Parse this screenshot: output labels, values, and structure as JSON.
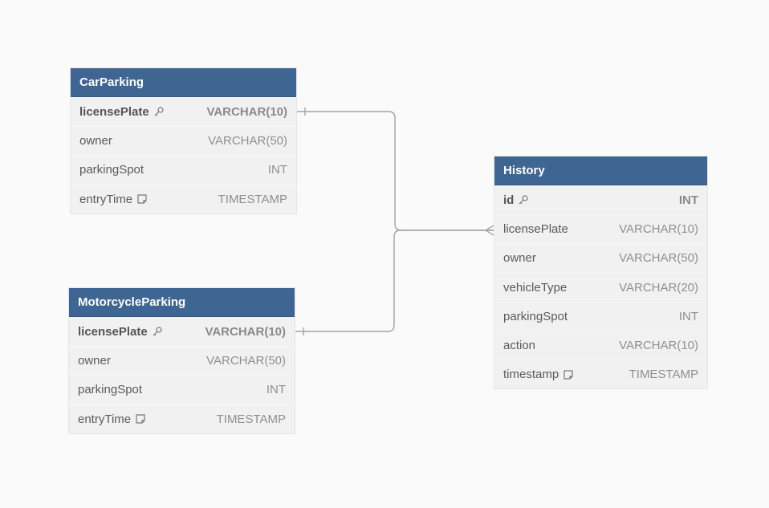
{
  "tables": [
    {
      "name": "CarParking",
      "fields": [
        {
          "name": "licensePlate",
          "type": "VARCHAR(10)",
          "pk": true,
          "icon": "key-icon"
        },
        {
          "name": "owner",
          "type": "VARCHAR(50)",
          "pk": false,
          "icon": ""
        },
        {
          "name": "parkingSpot",
          "type": "INT",
          "pk": false,
          "icon": ""
        },
        {
          "name": "entryTime",
          "type": "TIMESTAMP",
          "pk": false,
          "icon": "note-icon"
        }
      ]
    },
    {
      "name": "MotorcycleParking",
      "fields": [
        {
          "name": "licensePlate",
          "type": "VARCHAR(10)",
          "pk": true,
          "icon": "key-icon"
        },
        {
          "name": "owner",
          "type": "VARCHAR(50)",
          "pk": false,
          "icon": ""
        },
        {
          "name": "parkingSpot",
          "type": "INT",
          "pk": false,
          "icon": ""
        },
        {
          "name": "entryTime",
          "type": "TIMESTAMP",
          "pk": false,
          "icon": "note-icon"
        }
      ]
    },
    {
      "name": "History",
      "fields": [
        {
          "name": "id",
          "type": "INT",
          "pk": true,
          "icon": "key-icon"
        },
        {
          "name": "licensePlate",
          "type": "VARCHAR(10)",
          "pk": false,
          "icon": ""
        },
        {
          "name": "owner",
          "type": "VARCHAR(50)",
          "pk": false,
          "icon": ""
        },
        {
          "name": "vehicleType",
          "type": "VARCHAR(20)",
          "pk": false,
          "icon": ""
        },
        {
          "name": "parkingSpot",
          "type": "INT",
          "pk": false,
          "icon": ""
        },
        {
          "name": "action",
          "type": "VARCHAR(10)",
          "pk": false,
          "icon": ""
        },
        {
          "name": "timestamp",
          "type": "TIMESTAMP",
          "pk": false,
          "icon": "note-icon"
        }
      ]
    }
  ],
  "relationships": [
    {
      "from": "CarParking.licensePlate",
      "to": "History.licensePlate",
      "from_end": "one",
      "to_end": "many"
    },
    {
      "from": "MotorcycleParking.licensePlate",
      "to": "History.licensePlate",
      "from_end": "one",
      "to_end": "many"
    }
  ],
  "colors": {
    "header": "#3f6592",
    "body": "#f1f1f1",
    "connector": "#a3a3a8"
  }
}
